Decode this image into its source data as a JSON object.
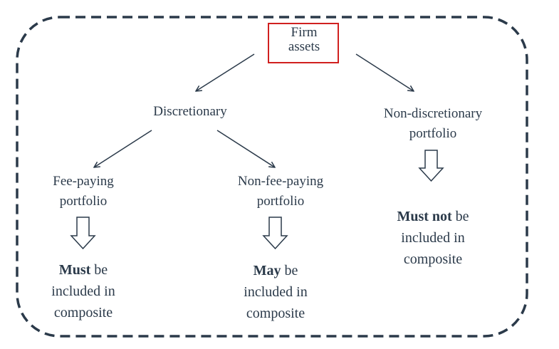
{
  "root": {
    "line1": "Firm",
    "line2": "assets"
  },
  "discretionary": {
    "label": "Discretionary"
  },
  "non_discretionary": {
    "line1": "Non-discretionary",
    "line2": "portfolio"
  },
  "fee_paying": {
    "line1": "Fee-paying",
    "line2": "portfolio"
  },
  "non_fee_paying": {
    "line1": "Non-fee-paying",
    "line2": "portfolio"
  },
  "outcome_fee_paying": {
    "emphasis": "Must",
    "rest": " be",
    "line2": "included in",
    "line3": "composite"
  },
  "outcome_non_fee_paying": {
    "emphasis": "May",
    "rest": " be",
    "line2": "included in",
    "line3": "composite"
  },
  "outcome_non_discretionary": {
    "emphasis": "Must not",
    "rest": " be",
    "line2": "included in",
    "line3": "composite"
  },
  "colors": {
    "stroke": "#2b3a4a",
    "root_border": "#d0201f",
    "text": "#2b3a4a"
  }
}
